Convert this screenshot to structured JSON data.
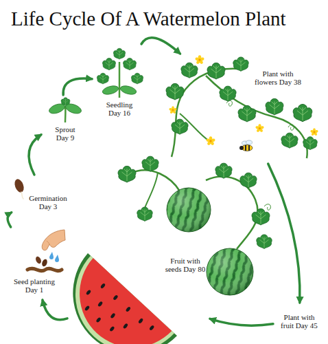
{
  "diagram": {
    "title": "Life Cycle Of A Watermelon Plant",
    "nodes": [
      {
        "text": [
          "Seed planting Day 1"
        ]
      },
      {
        "text": [
          "Germination Day 3"
        ]
      },
      {
        "text": [
          "Sprout Day 9"
        ]
      },
      {
        "text": [
          "Seedling Day 16"
        ]
      },
      {
        "text": [
          "Plant with flowers Day 38"
        ]
      },
      {
        "text": [
          "Plant with fruit Day 45"
        ]
      },
      {
        "text": [
          "Fruit with seeds Day 80"
        ]
      }
    ],
    "edges": [
      {
        "from": 0,
        "to": 1,
        "arrow": "to"
      },
      {
        "from": 1,
        "to": 2,
        "arrow": "to"
      },
      {
        "from": 2,
        "to": 3,
        "arrow": "to"
      },
      {
        "from": 3,
        "to": 4,
        "arrow": "to"
      },
      {
        "from": 4,
        "to": 5,
        "arrow": "to"
      },
      {
        "from": 5,
        "to": 6,
        "arrow": "to"
      },
      {
        "from": 6,
        "to": 0,
        "arrow": "to"
      }
    ]
  }
}
